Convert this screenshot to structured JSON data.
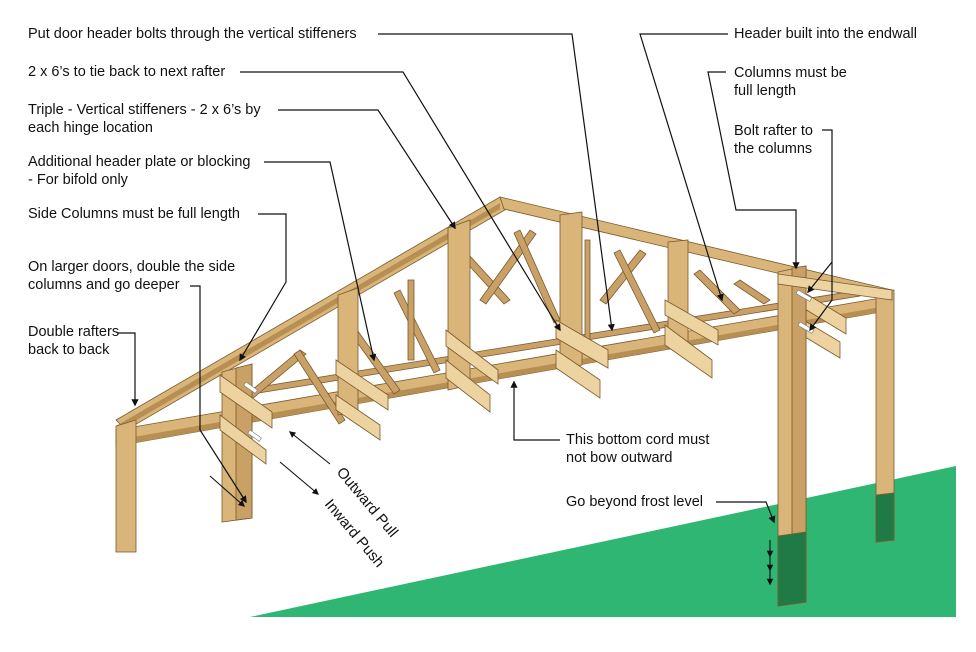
{
  "labels": {
    "door_header_bolts": "Put door header bolts through the vertical stiffeners",
    "tie_back": "2 x 6’s to tie back to next rafter",
    "triple_stiffeners": "Triple - Vertical stiffeners - 2 x 6’s by\neach hinge location",
    "header_plate": "Additional header plate or blocking\n- For bifold only",
    "side_columns": "Side Columns must be full length",
    "larger_doors": "On larger doors, double the side\ncolumns and go deeper",
    "double_rafters": "Double rafters\nback to back",
    "header_endwall": "Header built into the endwall",
    "columns_full": "Columns must be\nfull length",
    "bolt_rafter": "Bolt rafter to\nthe columns",
    "bottom_cord": "This bottom cord must\nnot bow outward",
    "frost_level": "Go beyond frost level",
    "outward_pull": "Outward Pull",
    "inward_push": "Inward Push"
  },
  "colors": {
    "wood": "#d9b57a",
    "wood_dark": "#b88f52",
    "wood_light": "#ecd3a0",
    "ground": "#2fb673",
    "buried": "#1f7a45",
    "line": "#111111"
  }
}
